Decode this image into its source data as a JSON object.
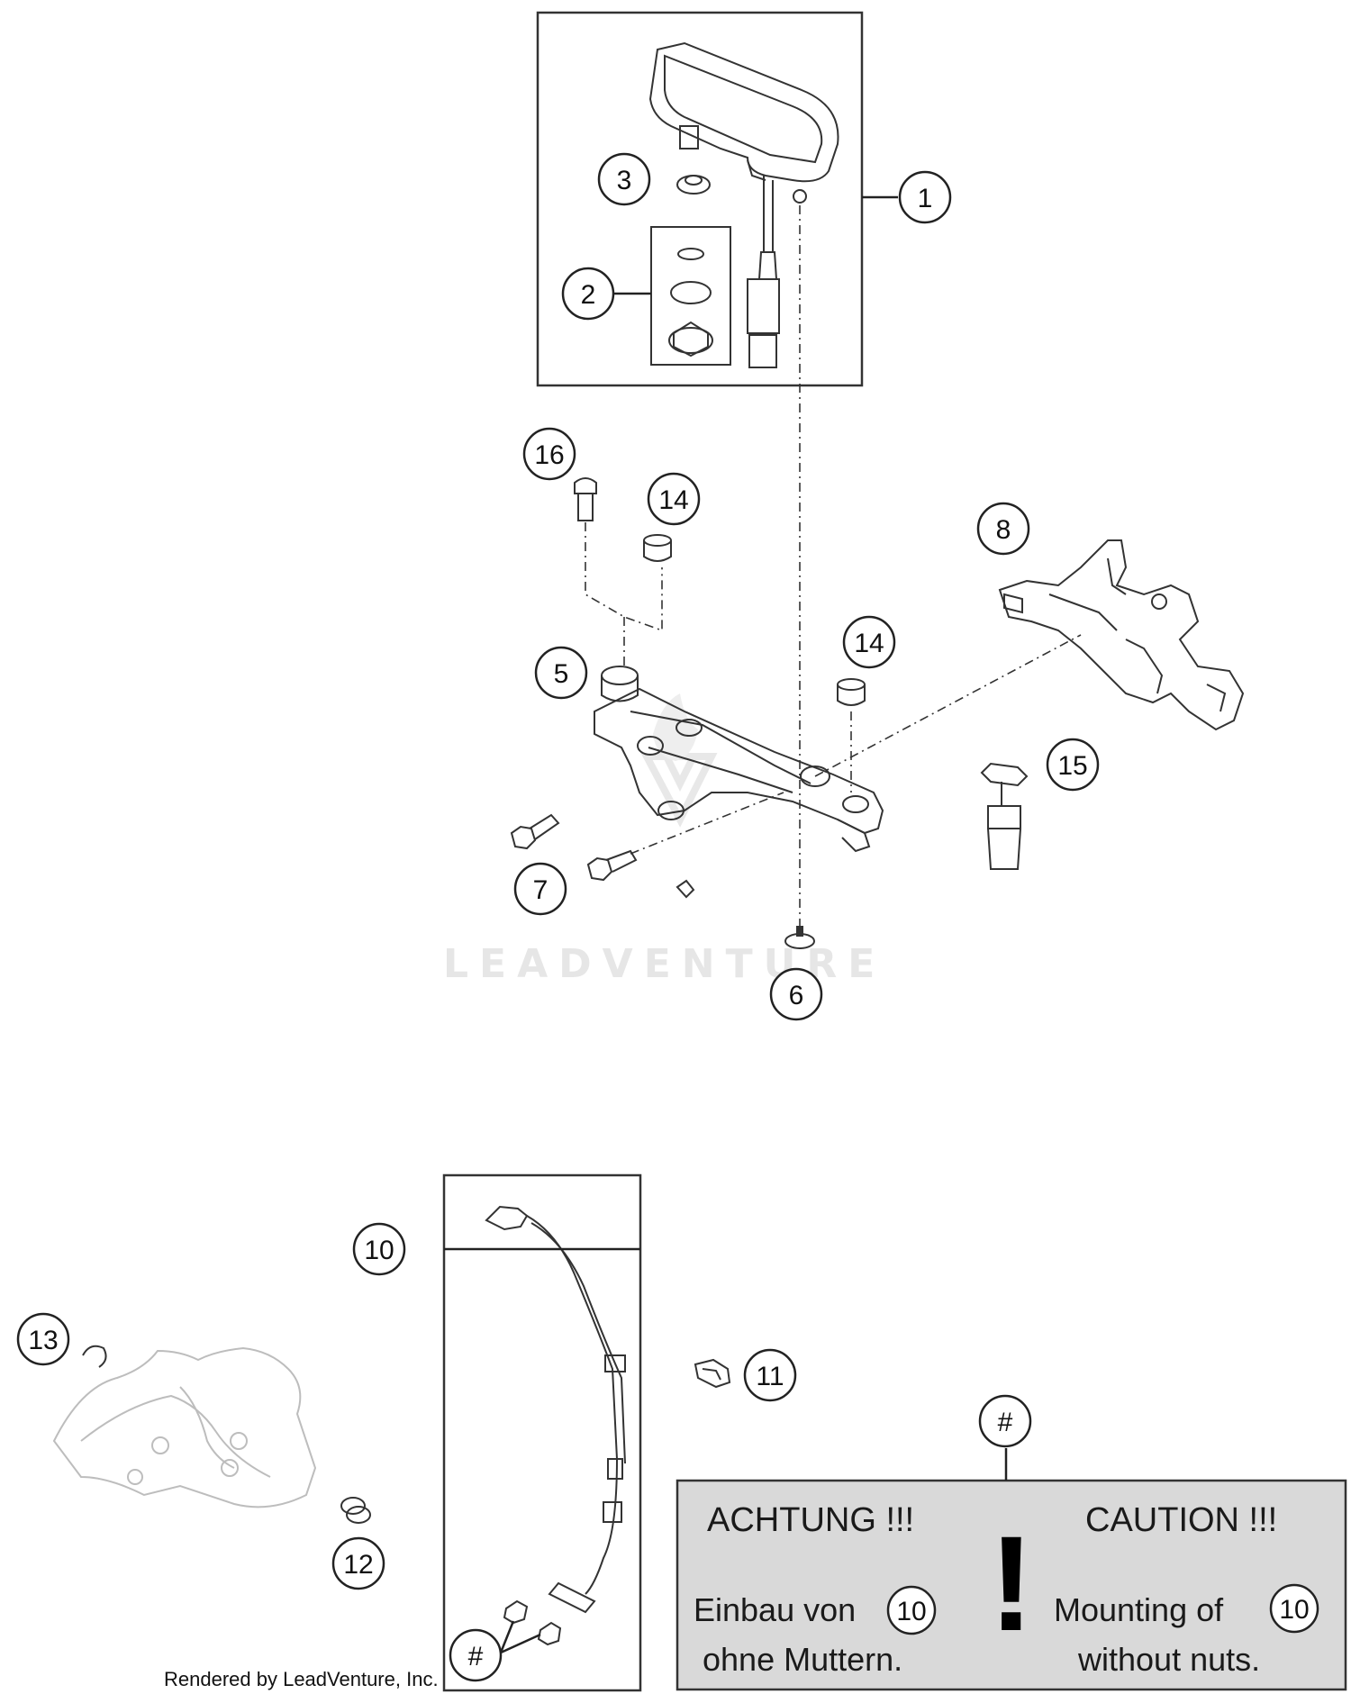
{
  "callouts": {
    "c1": "1",
    "c2": "2",
    "c3": "3",
    "c5": "5",
    "c6": "6",
    "c7": "7",
    "c8": "8",
    "c10": "10",
    "c11": "11",
    "c12": "12",
    "c13": "13",
    "c14a": "14",
    "c14b": "14",
    "c15": "15",
    "c16": "16",
    "hash_top": "#",
    "hash_bottom": "#"
  },
  "caution": {
    "title_de": "ACHTUNG !!!",
    "title_en": "CAUTION !!!",
    "line1_de": "Einbau von",
    "line2_de": "ohne Muttern.",
    "line1_en": "Mounting of",
    "line2_en": "without nuts.",
    "ref_de": "10",
    "ref_en": "10",
    "exclamation": "!"
  },
  "watermark": "LEADVENTURE",
  "footer": "Rendered by LeadVenture, Inc."
}
